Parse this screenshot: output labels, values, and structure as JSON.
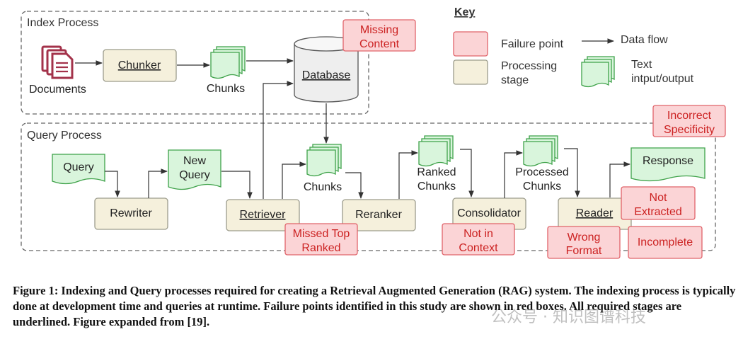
{
  "key": {
    "title": "Key",
    "failure_point": "Failure point",
    "processing_stage": [
      "Processing",
      "stage"
    ],
    "data_flow": "Data flow",
    "text_io": [
      "Text",
      "intput/output"
    ]
  },
  "index_process": {
    "title": "Index Process",
    "documents": "Documents",
    "chunker": "Chunker",
    "chunks": "Chunks",
    "database": "Database",
    "missing_content": [
      "Missing",
      "Content"
    ]
  },
  "query_process": {
    "title": "Query Process",
    "query": "Query",
    "rewriter": "Rewriter",
    "new_query": [
      "New",
      "Query"
    ],
    "retriever": "Retriever",
    "chunks": "Chunks",
    "reranker": "Reranker",
    "ranked_chunks": [
      "Ranked",
      "Chunks"
    ],
    "consolidator": "Consolidator",
    "processed_chunks": [
      "Processed",
      "Chunks"
    ],
    "reader": "Reader",
    "response": "Response",
    "missed_top_ranked": [
      "Missed Top",
      "Ranked"
    ],
    "not_in_context": [
      "Not in",
      "Context"
    ],
    "wrong_format": [
      "Wrong",
      "Format"
    ],
    "not_extracted": [
      "Not",
      "Extracted"
    ],
    "incomplete": "Incomplete",
    "incorrect_specificity": [
      "Incorrect",
      "Specificity"
    ]
  },
  "colors": {
    "failure_fill": "#fbd4d6",
    "failure_stroke": "#e0636a",
    "failure_text": "#cc2222",
    "stage_fill": "#f5f0dc",
    "stage_stroke": "#9c9c8c",
    "text_fill": "#d9f5dc",
    "text_stroke": "#3fa24a",
    "document_icon": "#a3324a",
    "database_fill": "#eeeeee"
  },
  "caption": "Figure 1: Indexing and Query processes required for creating a Retrieval Augmented Generation (RAG) system. The indexing process is typically done at development time and queries at runtime. Failure points identified in this study are shown in red boxes. All required stages are underlined. Figure expanded from [19].",
  "watermark": "公众号 · 知识图谱科技"
}
